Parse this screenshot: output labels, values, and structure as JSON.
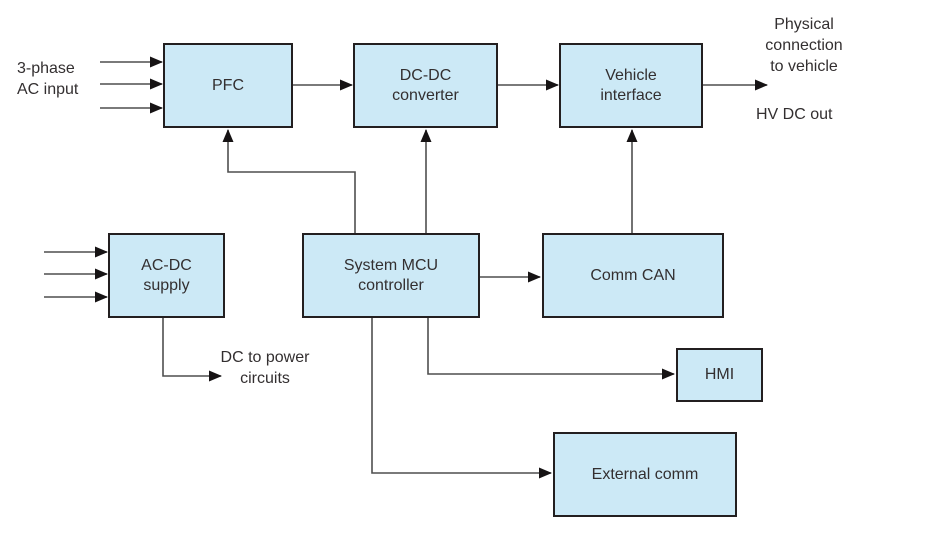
{
  "diagram": {
    "kind": "block-diagram",
    "colors": {
      "background": "#ffffff",
      "block_fill": "#cce9f6",
      "block_border": "#231f20",
      "line": "#4f4f4f",
      "arrowhead": "#161314",
      "text": "#332f30"
    }
  },
  "blocks": {
    "pfc": {
      "label": "PFC"
    },
    "dcdc_converter": {
      "label": "DC-DC\nconverter"
    },
    "vehicle_interface": {
      "label": "Vehicle\ninterface"
    },
    "acdc_supply": {
      "label": "AC-DC\nsupply"
    },
    "system_mcu": {
      "label": "System MCU\ncontroller"
    },
    "comm_can": {
      "label": "Comm CAN"
    },
    "hmi": {
      "label": "HMI"
    },
    "external_comm": {
      "label": "External comm"
    }
  },
  "annotations": {
    "ac_input": {
      "label": "3-phase\nAC input"
    },
    "physical_connection": {
      "label": "Physical\nconnection\nto vehicle"
    },
    "hv_dc_out": {
      "label": "HV DC out"
    },
    "dc_to_power": {
      "label": "DC to power\ncircuits"
    }
  }
}
